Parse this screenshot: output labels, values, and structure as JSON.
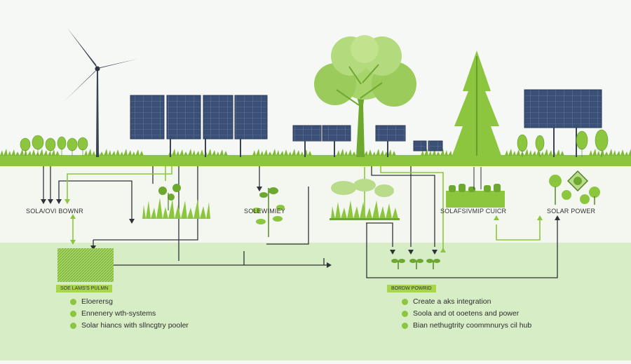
{
  "labels": {
    "left": "SOLA/OVI BOWNR",
    "center": "SOLEWIMIEY",
    "right_center": "SOLAFSIVMIP CUICR",
    "right": "SOLAR POWER"
  },
  "panels": {
    "left": {
      "tag": "SOE LAMS'S PULMN",
      "items": [
        "Eloerersg",
        "Ennenery wth-systems",
        "Solar hiancs with sllncgtry pooler"
      ]
    },
    "right": {
      "tag": "BORDW POWRID",
      "items": [
        "Create a aks integration",
        "Soola and ot ooetens and power",
        "Bian nethugtrity coommnurys cil hub"
      ]
    }
  },
  "colors": {
    "grass": "#8cc63f",
    "ground": "#d8eec8",
    "panel": "#3a4f73",
    "line": "#2f3338",
    "accent": "#a8d64a",
    "tree": "#7bb83a"
  },
  "icons": [
    "wind-turbine-icon",
    "solar-panel-icon",
    "tree-icon",
    "plant-icon",
    "sprout-icon",
    "bullet-dot-icon"
  ]
}
